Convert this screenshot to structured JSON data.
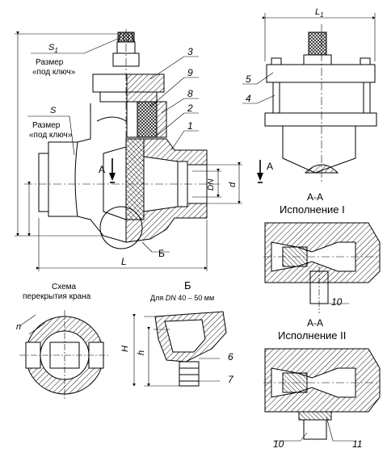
{
  "labels": {
    "s1": "S",
    "s1_sub": "1",
    "razmer_1": "Размер",
    "pod_kluch_1": "«под ключ»",
    "s": "S",
    "razmer_2": "Размер",
    "pod_kluch_2": "«под ключ»",
    "section_a_left": "А",
    "section_a_right": "А",
    "dn": "DN",
    "d": "d",
    "L": "L",
    "L1": "L",
    "L1_sub": "1",
    "B_callout": "Б",
    "callouts": [
      "3",
      "9",
      "8",
      "2",
      "1",
      "5",
      "4",
      "10",
      "10",
      "11",
      "6",
      "7"
    ],
    "H": "H",
    "h": "h",
    "n": "n"
  },
  "views": {
    "scheme_title_1": "Схема",
    "scheme_title_2": "перекрытия крана",
    "detail_title": "Б",
    "detail_subtitle_pre": "Для ",
    "detail_subtitle_dn": "DN",
    "detail_subtitle_post": " 40 – 50 мм",
    "section1_title": "А-А",
    "section1_variant": "Исполнение I",
    "section2_title": "А-А",
    "section2_variant": "Исполнение II"
  }
}
